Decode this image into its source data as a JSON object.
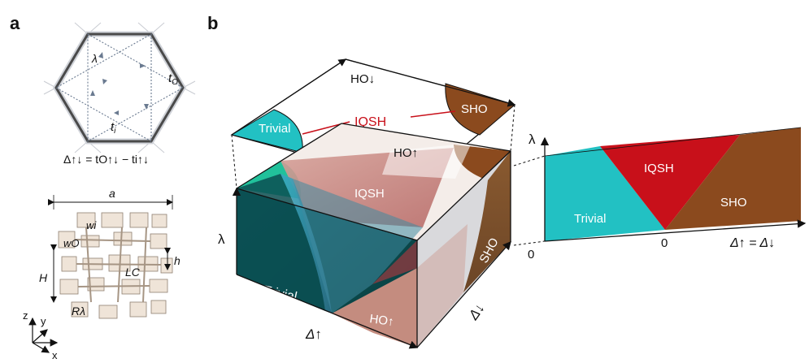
{
  "panels": {
    "a": "a",
    "b": "b"
  },
  "hexagon": {
    "lambda": "λ",
    "t_o": "t",
    "t_o_sub": "O",
    "t_i": "t",
    "t_i_sub": "i",
    "formula": "Δ↑↓ = tO↑↓ − ti↑↓"
  },
  "lattice": {
    "a": "a",
    "w_i": "wi",
    "w_o": "wO",
    "H": "H",
    "h": "h",
    "L_c": "LC",
    "R_lambda": "Rλ",
    "axis_z": "z",
    "axis_y": "y",
    "axis_x": "x"
  },
  "cube": {
    "top_label": "HO↓",
    "mid_label": "HO↑",
    "top_trivial": "Trivial",
    "top_iqsh": "IQSH",
    "top_sho": "SHO",
    "mid_iqsh": "IQSH",
    "front_trivial": "Trivial",
    "front_ho_up": "HO↑",
    "side_sho": "SHO",
    "axis_lambda": "λ",
    "axis_delta_up": "Δ↑",
    "axis_delta_down": "Δ↓"
  },
  "slice": {
    "trivial": "Trivial",
    "iqsh": "IQSH",
    "sho": "SHO",
    "axis_lambda": "λ",
    "axis_delta": "Δ↑ = Δ↓",
    "zero_left": "0",
    "zero_mid": "0"
  },
  "colors": {
    "trivial": "#22c1c3",
    "iqsh": "#c8101a",
    "sho": "#8b4a1e",
    "trivial_dark": "#0b4f52",
    "ho": "#b58876"
  }
}
